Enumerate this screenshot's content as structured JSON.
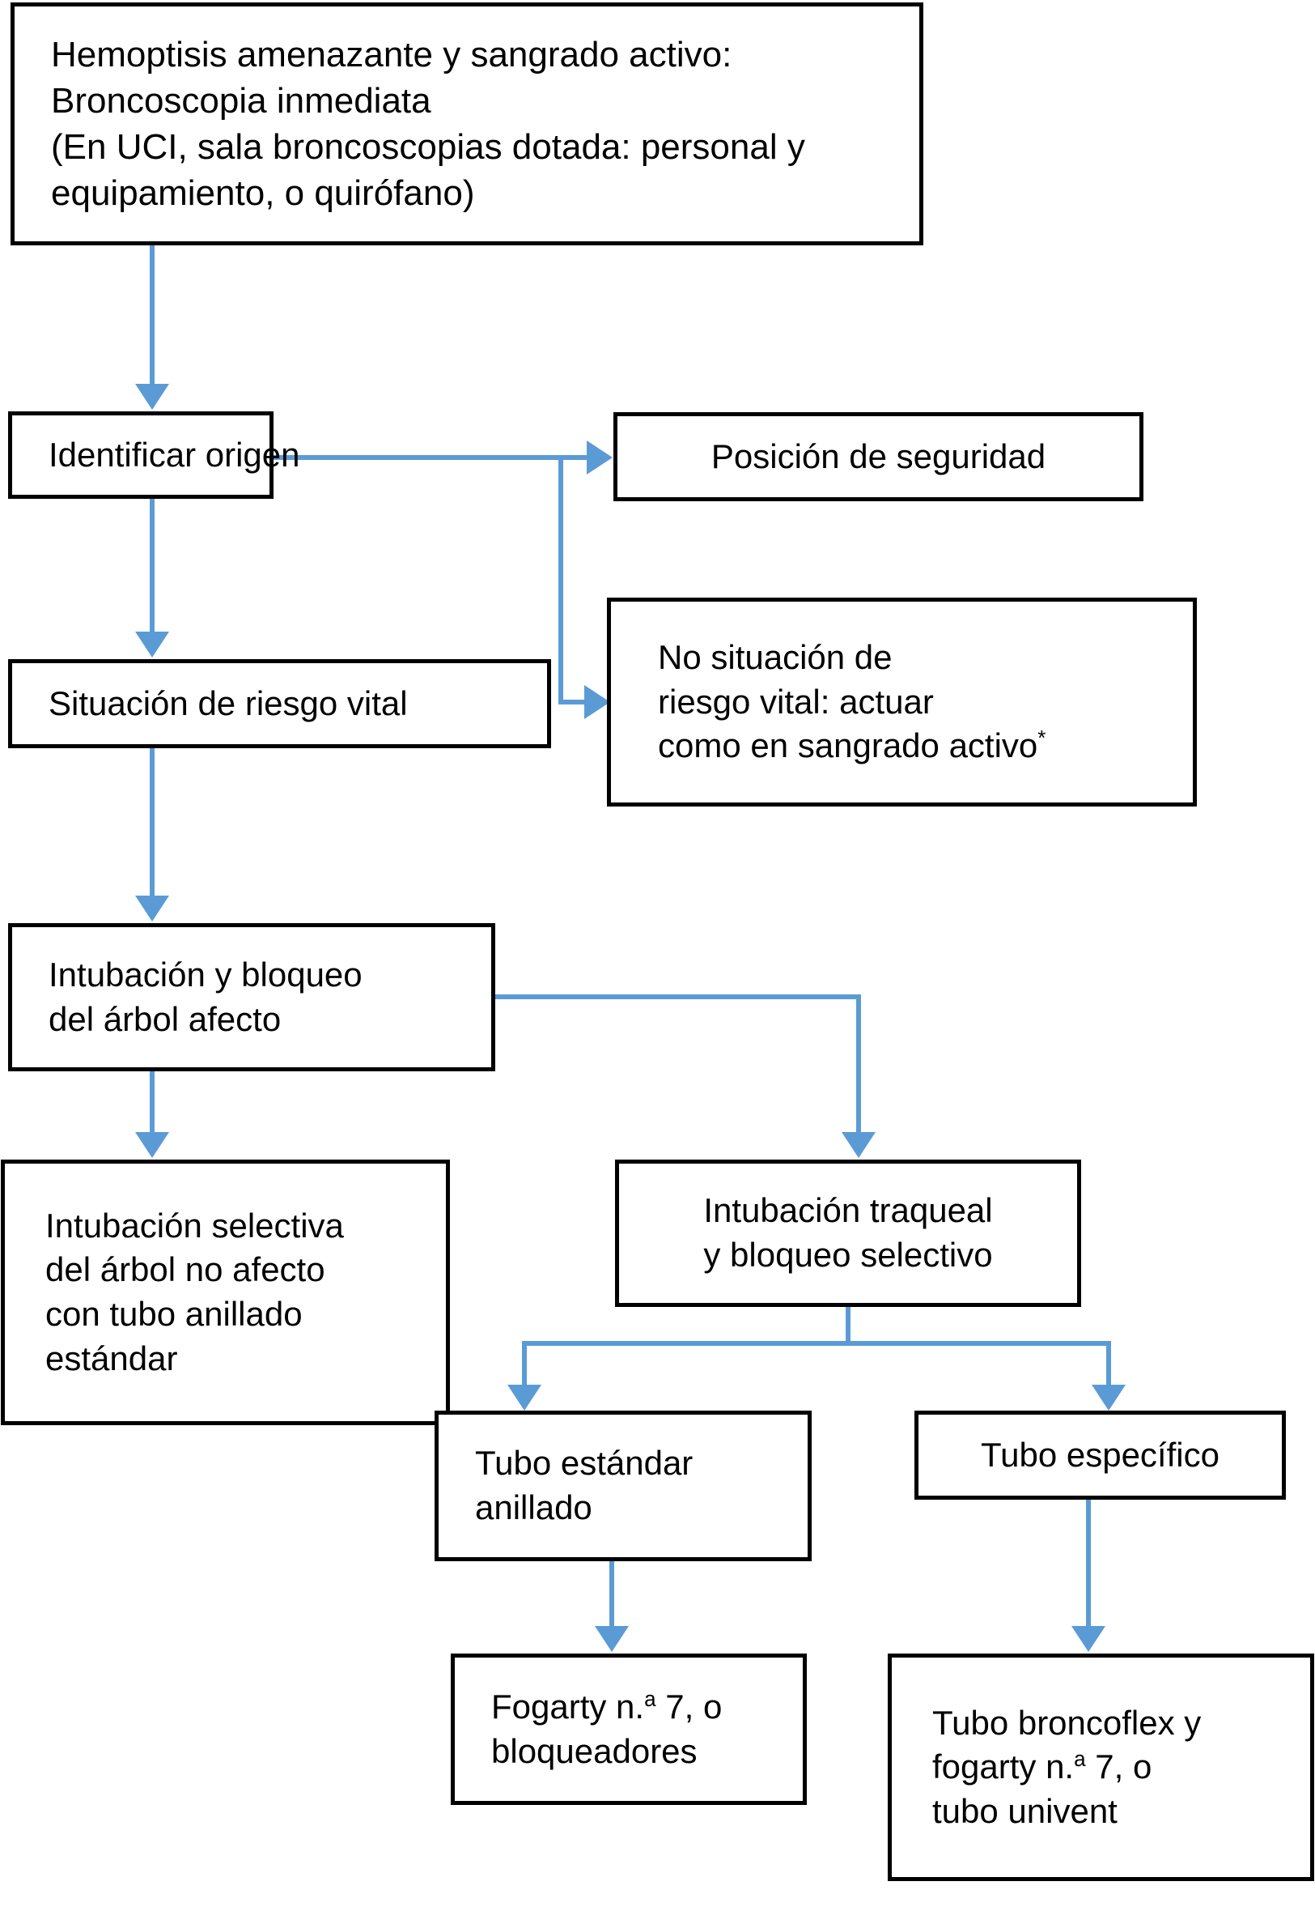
{
  "diagram": {
    "title": "Hemoptisis amenazante y sangrado activo - algoritmo de manejo",
    "accent_color": "#5b9bd5",
    "border_color": "#000000",
    "background_color": "#ffffff",
    "nodes": {
      "top": {
        "line1": "Hemoptisis amenazante y sangrado activo:",
        "line2": "Broncoscopia inmediata",
        "line3": "(En UCI, sala broncoscopias dotada: personal y",
        "line4": "equipamiento, o quirófano)"
      },
      "identificar_origen": {
        "line1": "Identificar origen"
      },
      "posicion_seguridad": {
        "line1": "Posición de seguridad"
      },
      "situacion_riesgo_vital": {
        "line1": "Situación de riesgo vital"
      },
      "no_situacion_riesgo": {
        "line1": "No situación de",
        "line2": "riesgo vital: actuar",
        "line3_a": "como en sangrado activo",
        "line3_sup": "*"
      },
      "intubacion_bloqueo": {
        "line1": "Intubación y bloqueo",
        "line2": "del árbol afecto"
      },
      "intubacion_selectiva": {
        "line1": "Intubación selectiva",
        "line2": "del árbol no afecto",
        "line3": "con tubo anillado",
        "line4": "estándar"
      },
      "intubacion_traqueal": {
        "line1": "Intubación traqueal",
        "line2": "y bloqueo selectivo"
      },
      "tubo_estandar_anillado": {
        "line1": "Tubo estándar",
        "line2": "anillado"
      },
      "tubo_especifico": {
        "line1": "Tubo específico"
      },
      "fogarty_bloqueadores": {
        "line1_a": "Fogarty n.",
        "line1_sup": "a",
        "line1_b": " 7, o",
        "line2": "bloqueadores"
      },
      "tubo_broncoflex": {
        "line1": "Tubo broncoflex y",
        "line2_a": "fogarty n.",
        "line2_sup": "a",
        "line2_b": " 7, o",
        "line3": "tubo univent"
      }
    },
    "edges": [
      {
        "from": "top",
        "to": "identificar_origen",
        "style": "arrow-down"
      },
      {
        "from": "identificar_origen",
        "to": "posicion_seguridad",
        "style": "arrow-right"
      },
      {
        "from": "identificar_origen",
        "to": "situacion_riesgo_vital",
        "style": "arrow-down"
      },
      {
        "from": "identificar_origen",
        "to": "no_situacion_riesgo",
        "style": "elbow-arrow-right"
      },
      {
        "from": "situacion_riesgo_vital",
        "to": "intubacion_bloqueo",
        "style": "arrow-down"
      },
      {
        "from": "intubacion_bloqueo",
        "to": "intubacion_selectiva",
        "style": "arrow-down"
      },
      {
        "from": "intubacion_bloqueo",
        "to": "intubacion_traqueal",
        "style": "elbow-arrow-down"
      },
      {
        "from": "intubacion_traqueal",
        "to": "tubo_estandar_anillado",
        "style": "split-arrow-down"
      },
      {
        "from": "intubacion_traqueal",
        "to": "tubo_especifico",
        "style": "split-arrow-down"
      },
      {
        "from": "tubo_estandar_anillado",
        "to": "fogarty_bloqueadores",
        "style": "arrow-down"
      },
      {
        "from": "tubo_especifico",
        "to": "tubo_broncoflex",
        "style": "arrow-down"
      }
    ]
  }
}
